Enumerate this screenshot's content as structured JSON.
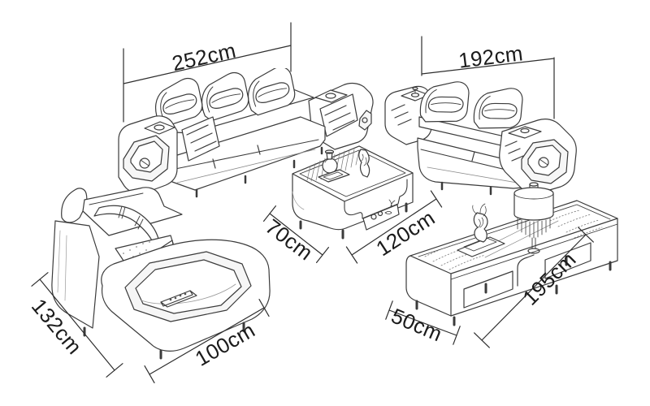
{
  "diagram": {
    "background": "#ffffff",
    "line_color": "#3a3a3a",
    "label_color": "#1b1b1b",
    "dimensions": {
      "three_seat_sofa": {
        "width": "252cm"
      },
      "two_seat_sofa": {
        "width": "192cm"
      },
      "coffee_table": {
        "depth": "70cm",
        "width": "120cm"
      },
      "armchair": {
        "depth": "132cm",
        "width": "100cm"
      },
      "tv_stand": {
        "depth": "50cm",
        "width": "195cm"
      }
    }
  }
}
